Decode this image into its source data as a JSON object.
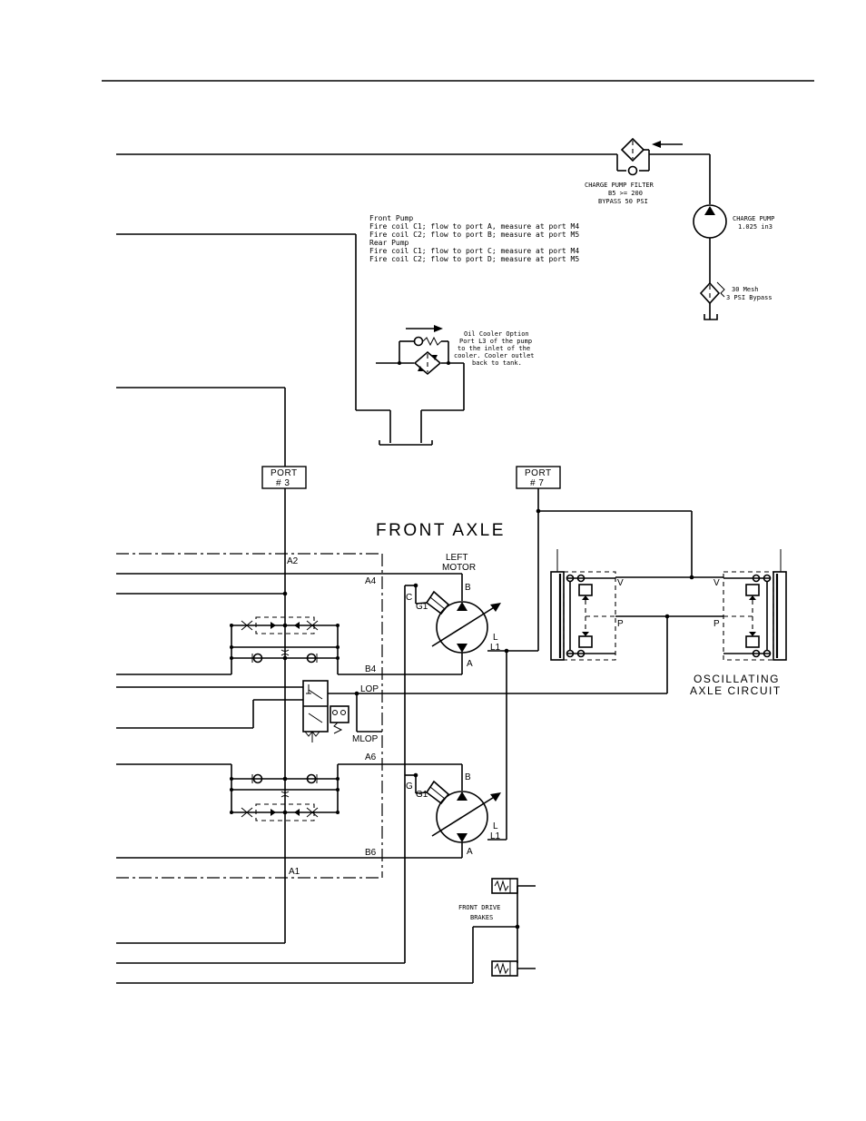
{
  "labels": {
    "charge_pump_filter": [
      "CHARGE PUMP FILTER",
      "B5 >= 200",
      "BYPASS 50 PSI"
    ],
    "charge_pump": [
      "CHARGE PUMP",
      "1.025 in3"
    ],
    "suction_filter": [
      "30 Mesh",
      "3 PSI Bypass"
    ],
    "pump_notes": [
      "Front Pump",
      "Fire coil C1; flow to port A, measure at port M4",
      "Fire coil C2; flow to port B; measure at port M5",
      "Rear Pump",
      "Fire coil C1; flow to port C; measure at port M4",
      "Fire coil C2; flow to port D; measure at port M5"
    ],
    "oil_cooler": [
      "Oil Cooler Option",
      "Port L3 of the pump",
      "to the inlet of the",
      "cooler. Cooler outlet",
      "back to tank."
    ],
    "port3": [
      "PORT",
      "# 3"
    ],
    "port7": [
      "PORT",
      "# 7"
    ],
    "front_axle": "FRONT AXLE",
    "left_motor": [
      "LEFT",
      "MOTOR"
    ],
    "oscillating": [
      "OSCILLATING",
      "AXLE CIRCUIT"
    ],
    "front_brakes": [
      "FRONT DRIVE",
      "BRAKES"
    ],
    "manifold_ports": {
      "a2": "A2",
      "a4": "A4",
      "b4": "B4",
      "lop": "LOP",
      "mlop": "MLOP",
      "a6": "A6",
      "b6": "B6",
      "a1": "A1"
    },
    "motor1_ports": {
      "c": "C",
      "g1": "G1",
      "b": "B",
      "a": "A",
      "l": "L",
      "l1": "L1"
    },
    "motor2_ports": {
      "g": "G",
      "g1": "G1",
      "b": "B",
      "a": "A",
      "l": "L",
      "l1": "L1"
    },
    "cylinder_ports": {
      "v_left": "V",
      "p_left": "P",
      "v_right": "V",
      "p_right": "P"
    }
  }
}
